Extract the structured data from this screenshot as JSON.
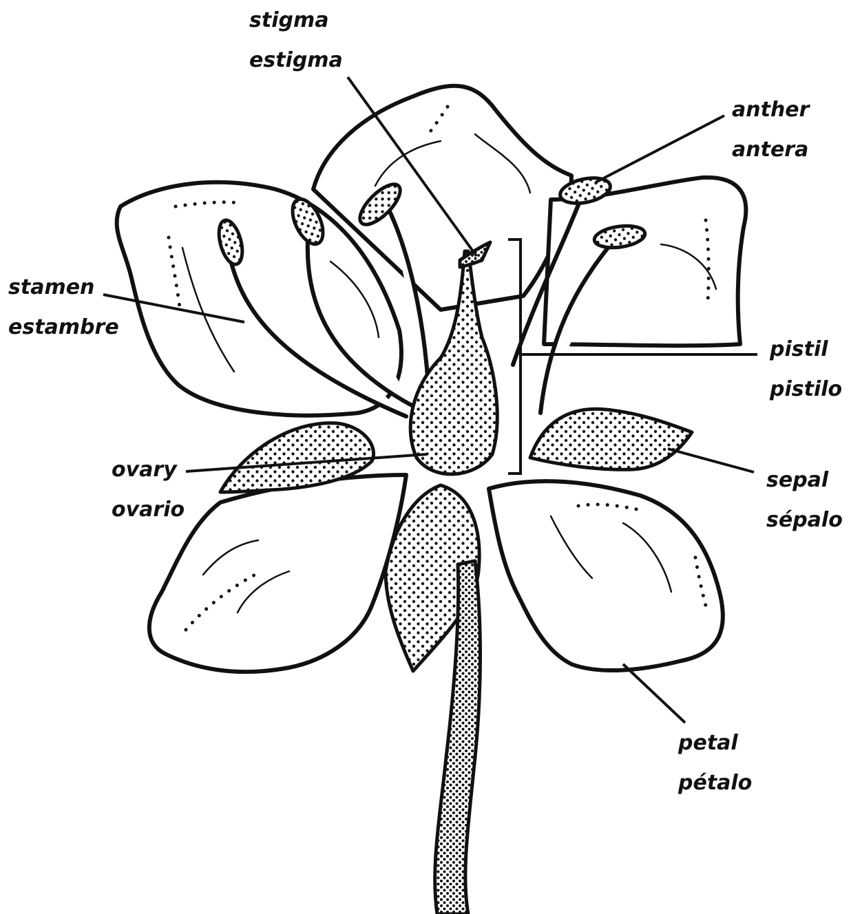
{
  "labels": {
    "stigma": {
      "en": "stigma",
      "es": "estigma"
    },
    "anther": {
      "en": "anther",
      "es": "antera"
    },
    "stamen": {
      "en": "stamen",
      "es": "estambre"
    },
    "pistil": {
      "en": "pistil",
      "es": "pistilo"
    },
    "ovary": {
      "en": "ovary",
      "es": "ovario"
    },
    "sepal": {
      "en": "sepal",
      "es": "sépalo"
    },
    "petal": {
      "en": "petal",
      "es": "pétalo"
    }
  }
}
